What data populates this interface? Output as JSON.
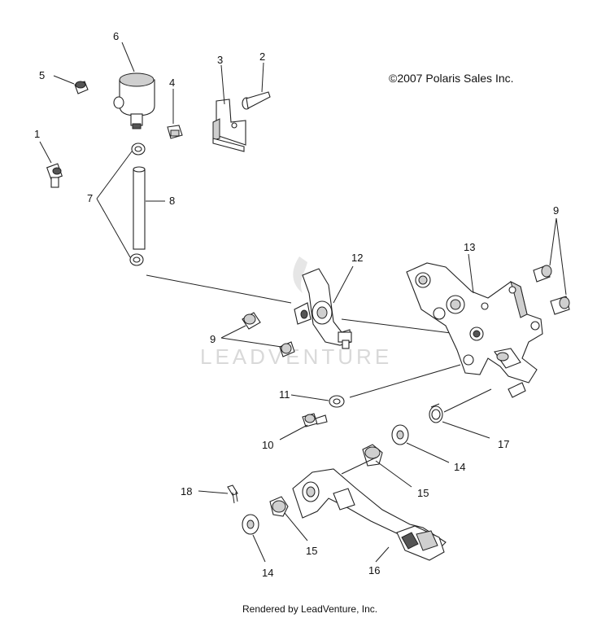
{
  "copyright": "©2007 Polaris Sales Inc.",
  "watermark": "LEADVENTURE",
  "footer": "Rendered by LeadVenture, Inc.",
  "callouts": {
    "c1": "1",
    "c2": "2",
    "c3": "3",
    "c4": "4",
    "c5": "5",
    "c6": "6",
    "c7": "7",
    "c8": "8",
    "c9a": "9",
    "c9b": "9",
    "c10": "10",
    "c11": "11",
    "c12": "12",
    "c13": "13",
    "c14a": "14",
    "c14b": "14",
    "c15a": "15",
    "c15b": "15",
    "c16": "16",
    "c17": "17",
    "c18": "18"
  }
}
